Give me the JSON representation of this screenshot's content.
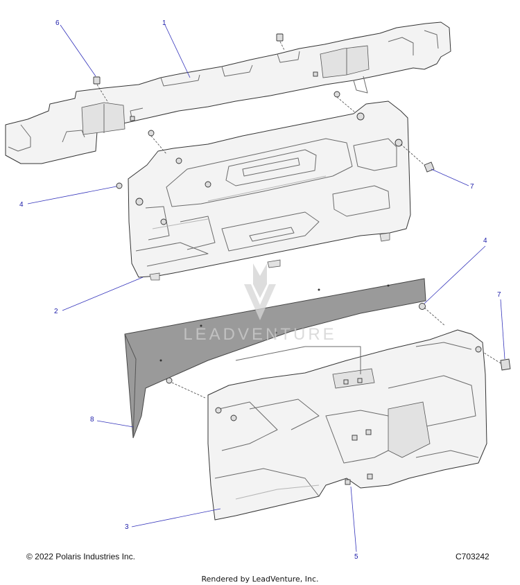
{
  "callouts": {
    "c1": "1",
    "c2": "2",
    "c3": "3",
    "c4a": "4",
    "c4b": "4",
    "c5": "5",
    "c6": "6",
    "c7a": "7",
    "c7b": "7",
    "c8": "8"
  },
  "watermark": {
    "text": "LEADVENTURE"
  },
  "footer": {
    "copyright": "© 2022 Polaris Industries Inc.",
    "drawing_code": "C703242",
    "rendered_by": "Rendered by LeadVenture, Inc."
  },
  "colors": {
    "callout": "#1a1aa8",
    "part_fill": "#f3f3f3",
    "panel_gray": "#9a9a9a"
  }
}
